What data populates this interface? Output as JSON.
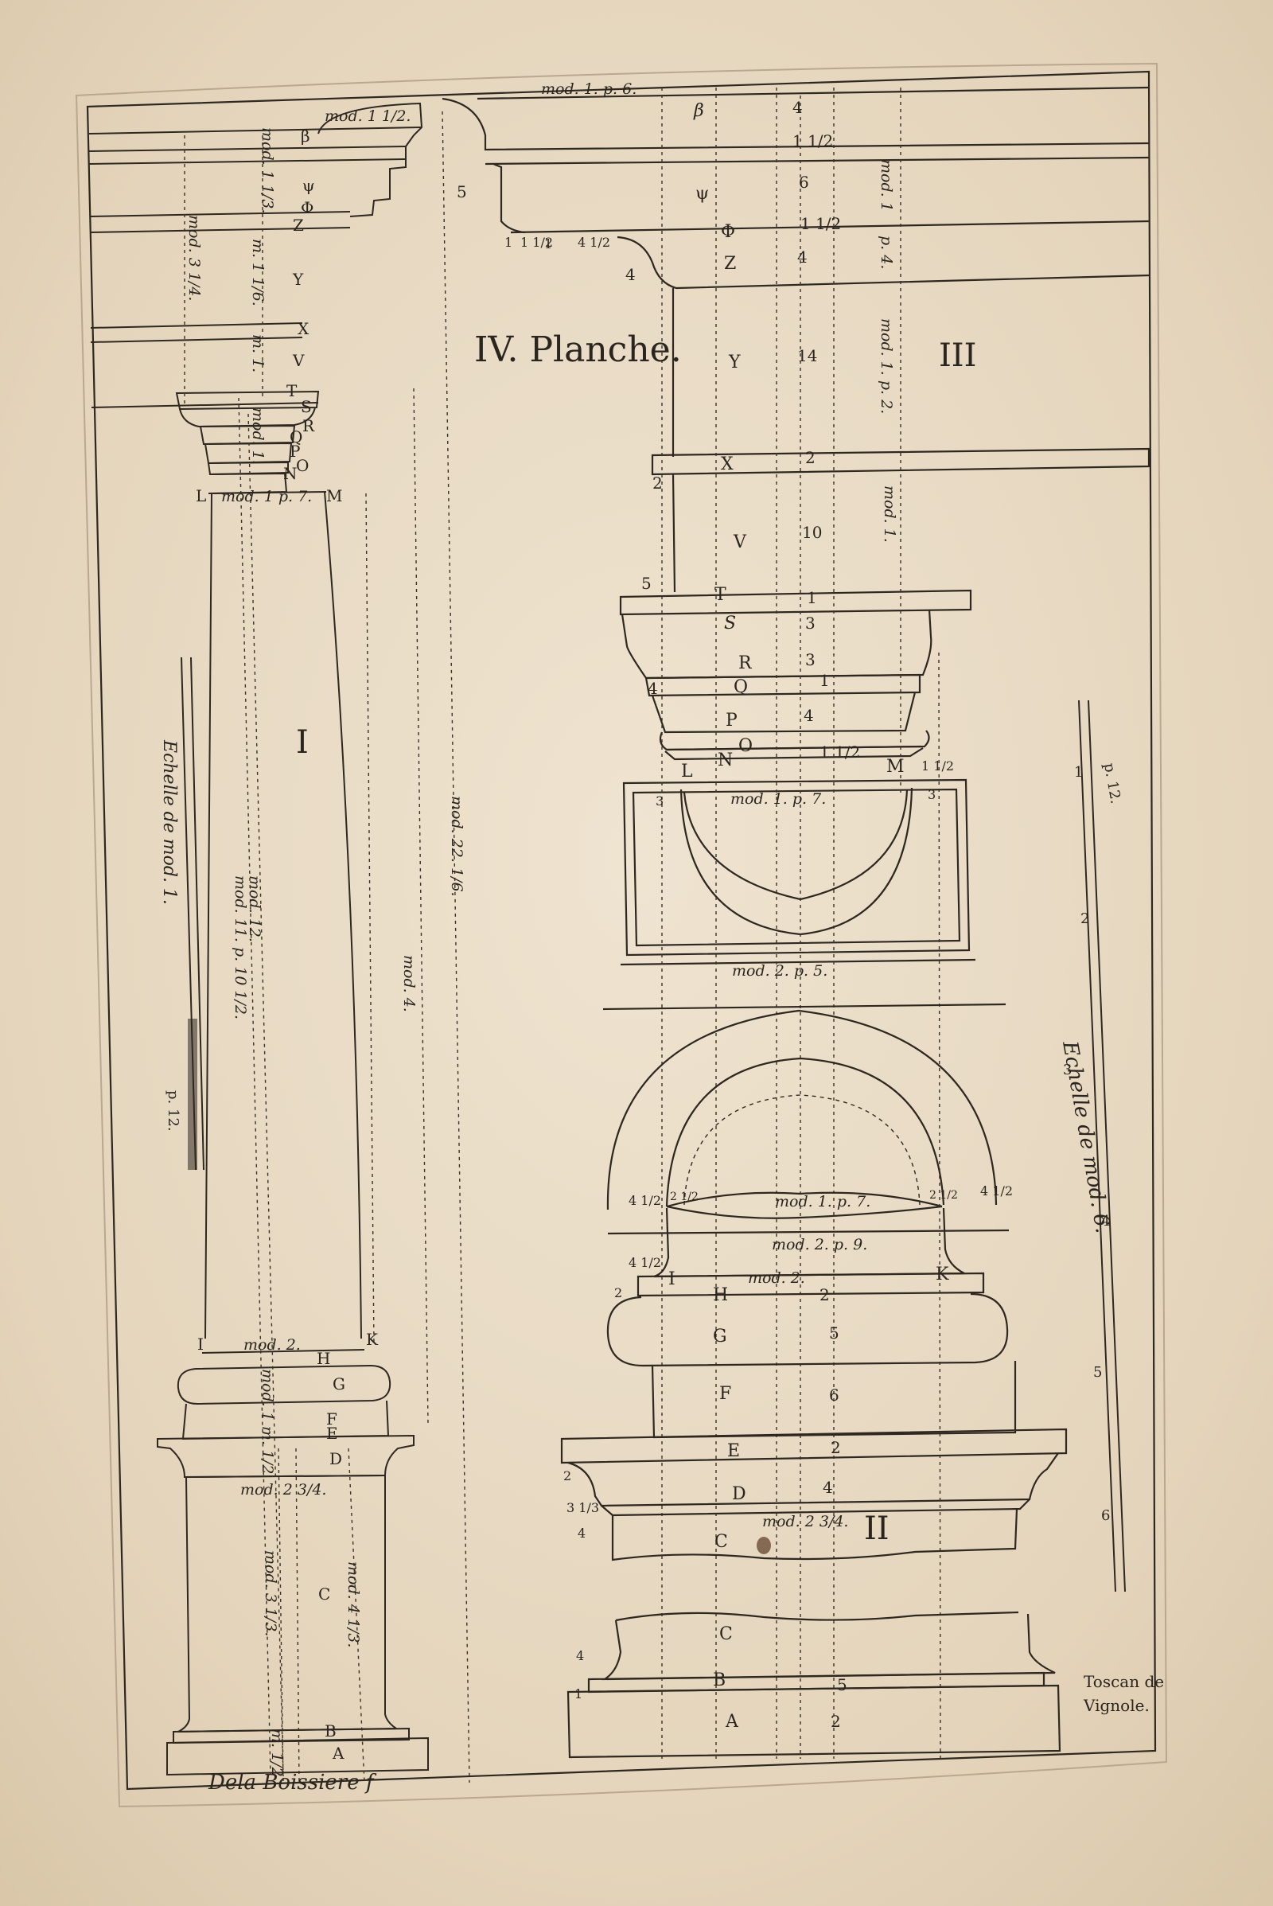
{
  "plate": {
    "title": "IV. Planche.",
    "engraver": "Dela Boissiere f",
    "caption_line1": "Toscan de",
    "caption_line2": "Vignole."
  },
  "figure1": {
    "roman": "I",
    "letters": [
      "β",
      "ψ",
      "Φ",
      "Z",
      "Y",
      "X",
      "V",
      "T",
      "S",
      "R",
      "Q",
      "P",
      "O",
      "N",
      "L",
      "M",
      "I",
      "K",
      "H",
      "G",
      "F",
      "E",
      "D",
      "C",
      "B",
      "A"
    ],
    "dims": {
      "cornice": "mod. 1 1/2.",
      "cornice_side": "mod. 1 1/3.",
      "frieze": "m. 1 1/6.",
      "entablature": "mod. 3 1/4.",
      "architrave": "m. 1.",
      "capital": "mod. 1.",
      "neck": "mod. 1 p. 7.",
      "shaft": "mod. 12.",
      "shaft_inner": "mod. 11. p. 10 1/2.",
      "total": "mod. 22. 1/6.",
      "pedestal_total": "mod. 4.",
      "base_diam": "mod. 2.",
      "base": "mod. 1 m. 1/2",
      "plinth": "mod. 2 3/4.",
      "die": "mod. 3 1/3.",
      "pedestal": "mod. 4 1/3.",
      "foot": "m. 1/2"
    }
  },
  "figure2": {
    "roman": "II",
    "letters": [
      "I",
      "H",
      "K",
      "G",
      "F",
      "E",
      "D",
      "C",
      "C",
      "B",
      "A"
    ],
    "nums": [
      "2",
      "5",
      "6",
      "2",
      "4",
      "2",
      "5",
      "4 1/2",
      "4 1/2",
      "2 1/2",
      "2 1/2",
      "4 1/2",
      "2",
      "2",
      "3 1/3",
      "4",
      "4",
      "1"
    ],
    "dims": {
      "arc": "mod. 1. p. 7.",
      "width": "mod. 2. p. 9.",
      "base": "mod. 2.",
      "pedestal": "mod. 2 3/4."
    }
  },
  "figure3": {
    "roman": "III",
    "letters": [
      "β",
      "ψ",
      "Φ",
      "Z",
      "Y",
      "X",
      "V",
      "T",
      "S",
      "R",
      "Q",
      "P",
      "O",
      "N",
      "L",
      "M"
    ],
    "nums": [
      "4",
      "1 1/2",
      "6",
      "1 1/2",
      "4",
      "14",
      "2",
      "10",
      "1",
      "3",
      "3",
      "1",
      "4",
      "1 1/2",
      "5",
      "4",
      "2",
      "5",
      "4",
      "1",
      "1 1/2",
      "1",
      "4 1/2",
      "3",
      "3",
      "1 1/2"
    ],
    "dims": {
      "top": "mod. 1. p. 6.",
      "cornice": "mod. 1",
      "frieze": "p. 4.",
      "frieze2": "mod. 1. p. 2.",
      "architrave": "mod. 1.",
      "abacus": "mod. 1. p. 7.",
      "width": "mod. 2. p. 5."
    }
  },
  "scales": {
    "left_label": "Echelle de mod. 1.",
    "left_unit": "p. 12.",
    "right_label": "Echelle de mod. 6.",
    "right_unit": "p. 12.",
    "right_marks": [
      "1",
      "2",
      "3",
      "4",
      "5",
      "6"
    ]
  }
}
